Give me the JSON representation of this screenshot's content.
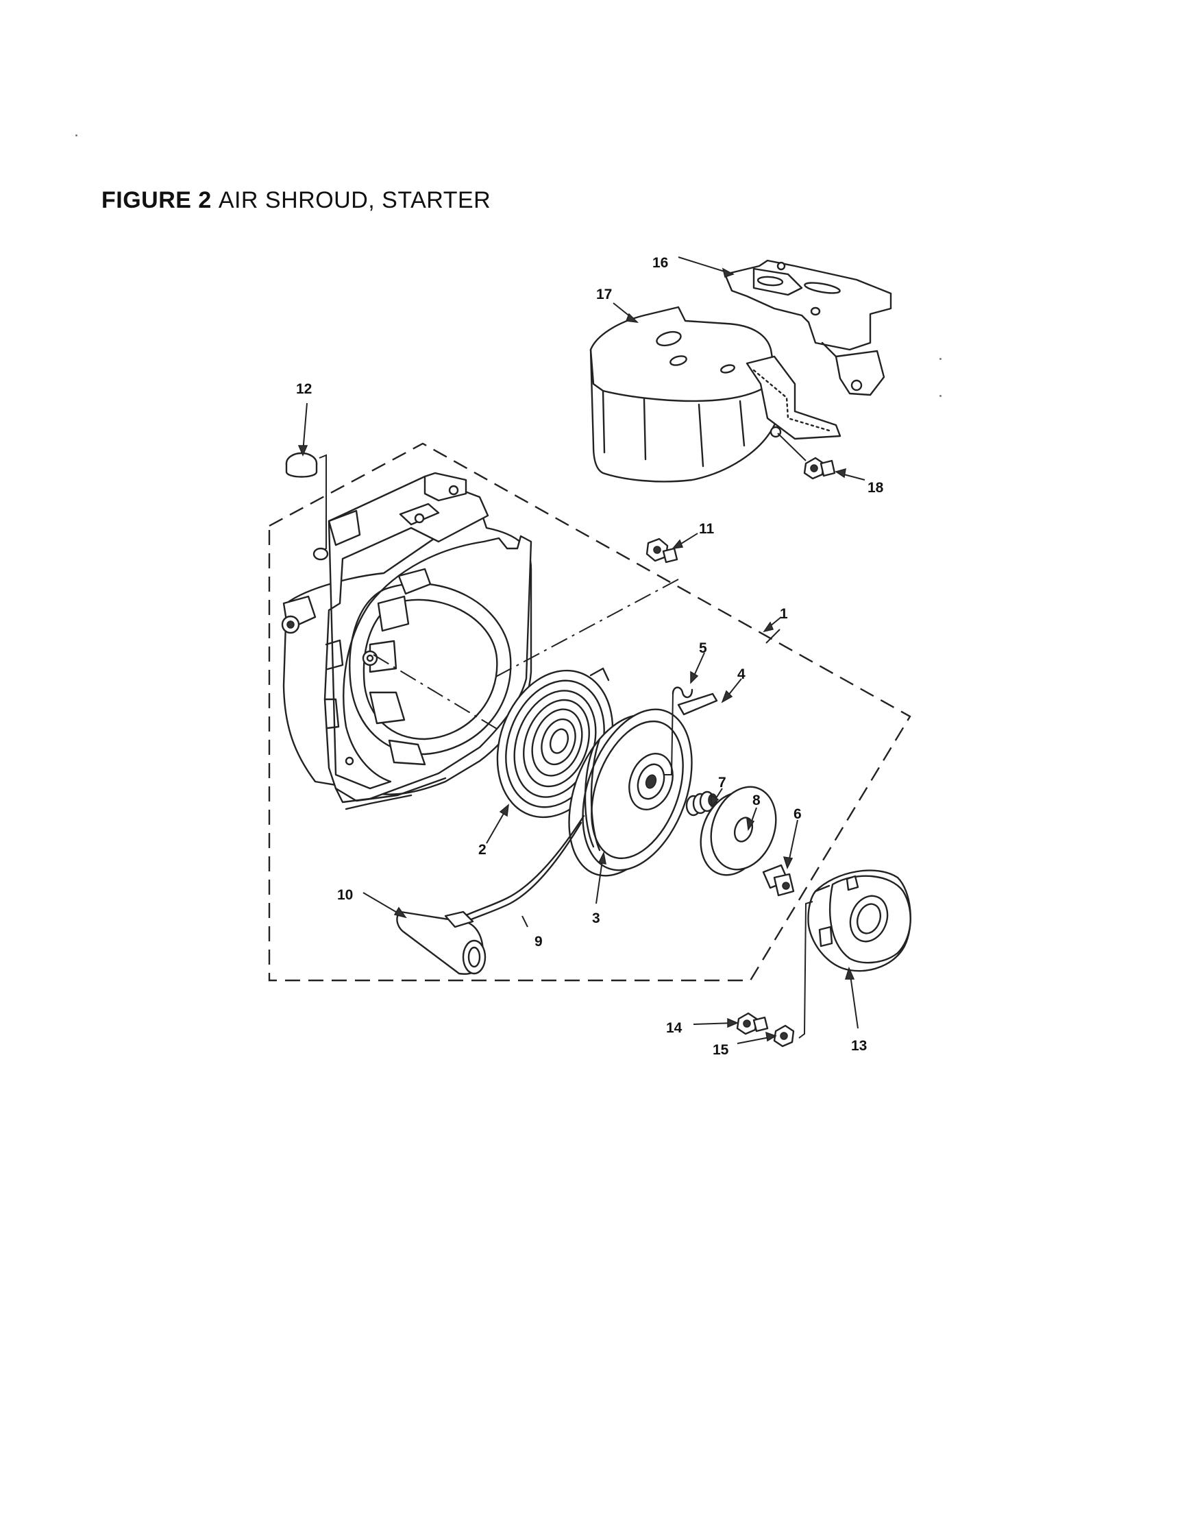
{
  "figure": {
    "title_bold": "FIGURE 2",
    "title_rest": "AIR SHROUD, STARTER"
  },
  "callouts": {
    "c1": "1",
    "c2": "2",
    "c3": "3",
    "c4": "4",
    "c5": "5",
    "c6": "6",
    "c7": "7",
    "c8": "8",
    "c9": "9",
    "c10": "10",
    "c11": "11",
    "c12": "12",
    "c13": "13",
    "c14": "14",
    "c15": "15",
    "c16": "16",
    "c17": "17",
    "c18": "18"
  }
}
